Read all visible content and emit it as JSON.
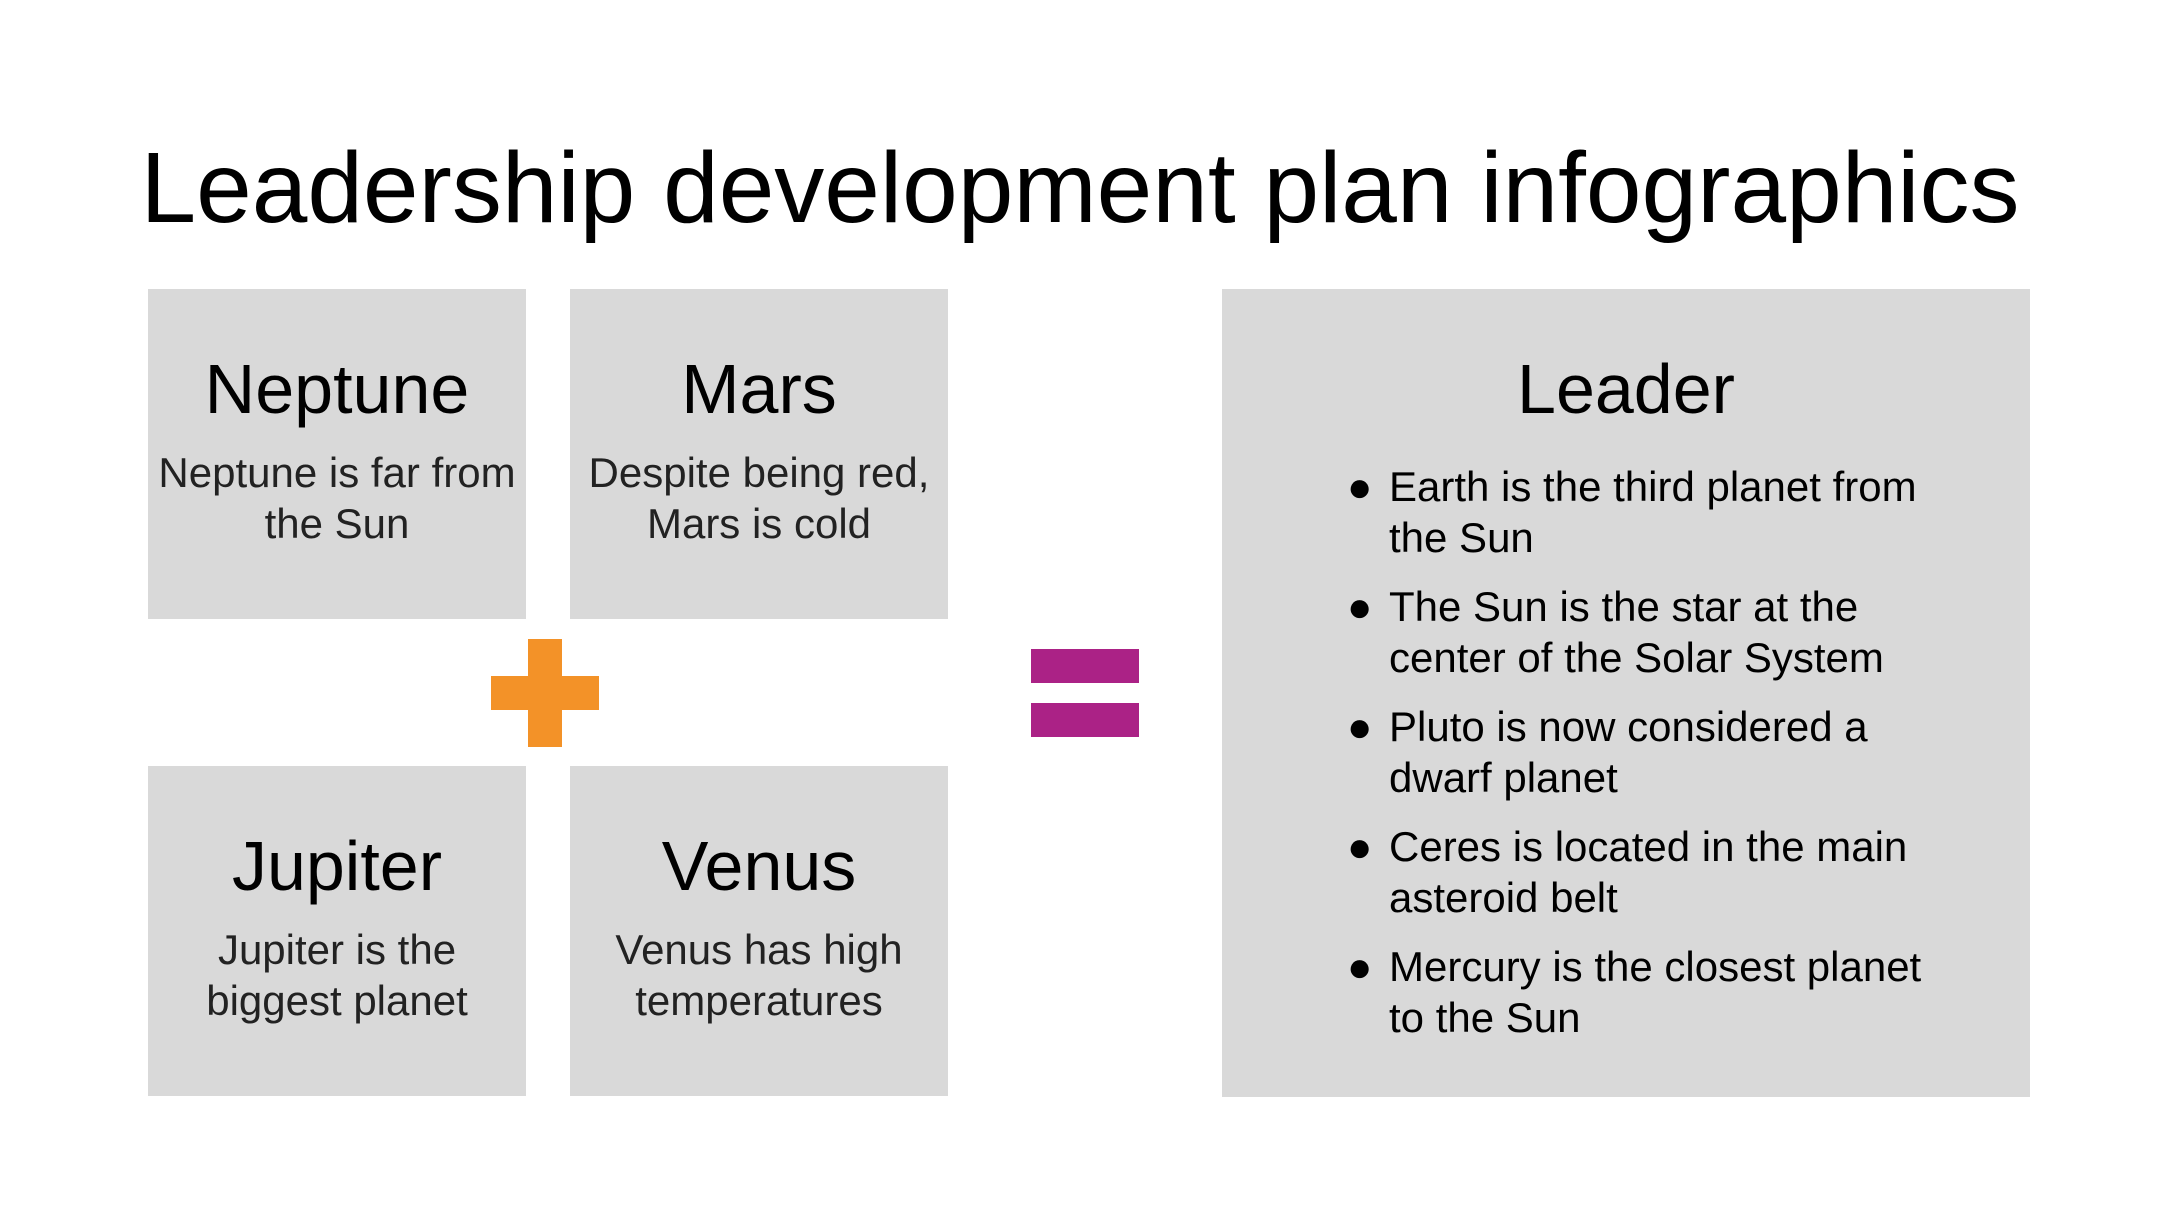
{
  "slide": {
    "title": "Leadership development plan infographics"
  },
  "cards": [
    {
      "title": "Neptune",
      "text": "Neptune is far from the Sun"
    },
    {
      "title": "Mars",
      "text": "Despite being red, Mars is cold"
    },
    {
      "title": "Jupiter",
      "text": "Jupiter is the biggest planet"
    },
    {
      "title": "Venus",
      "text": "Venus has high temperatures"
    }
  ],
  "leader": {
    "title": "Leader",
    "bullet_glyph": "●",
    "items": [
      "Earth is the third planet from the Sun",
      "The Sun is the star at the center of the Solar System",
      "Pluto is now considered a dwarf planet",
      "Ceres is located in the main asteroid belt",
      "Mercury is the closest planet to the Sun"
    ]
  },
  "colors": {
    "card_bg": "#d9d9d9",
    "plus": "#f39228",
    "equals": "#ab2286"
  },
  "icons": {
    "plus": "plus-icon",
    "equals": "equals-icon"
  }
}
